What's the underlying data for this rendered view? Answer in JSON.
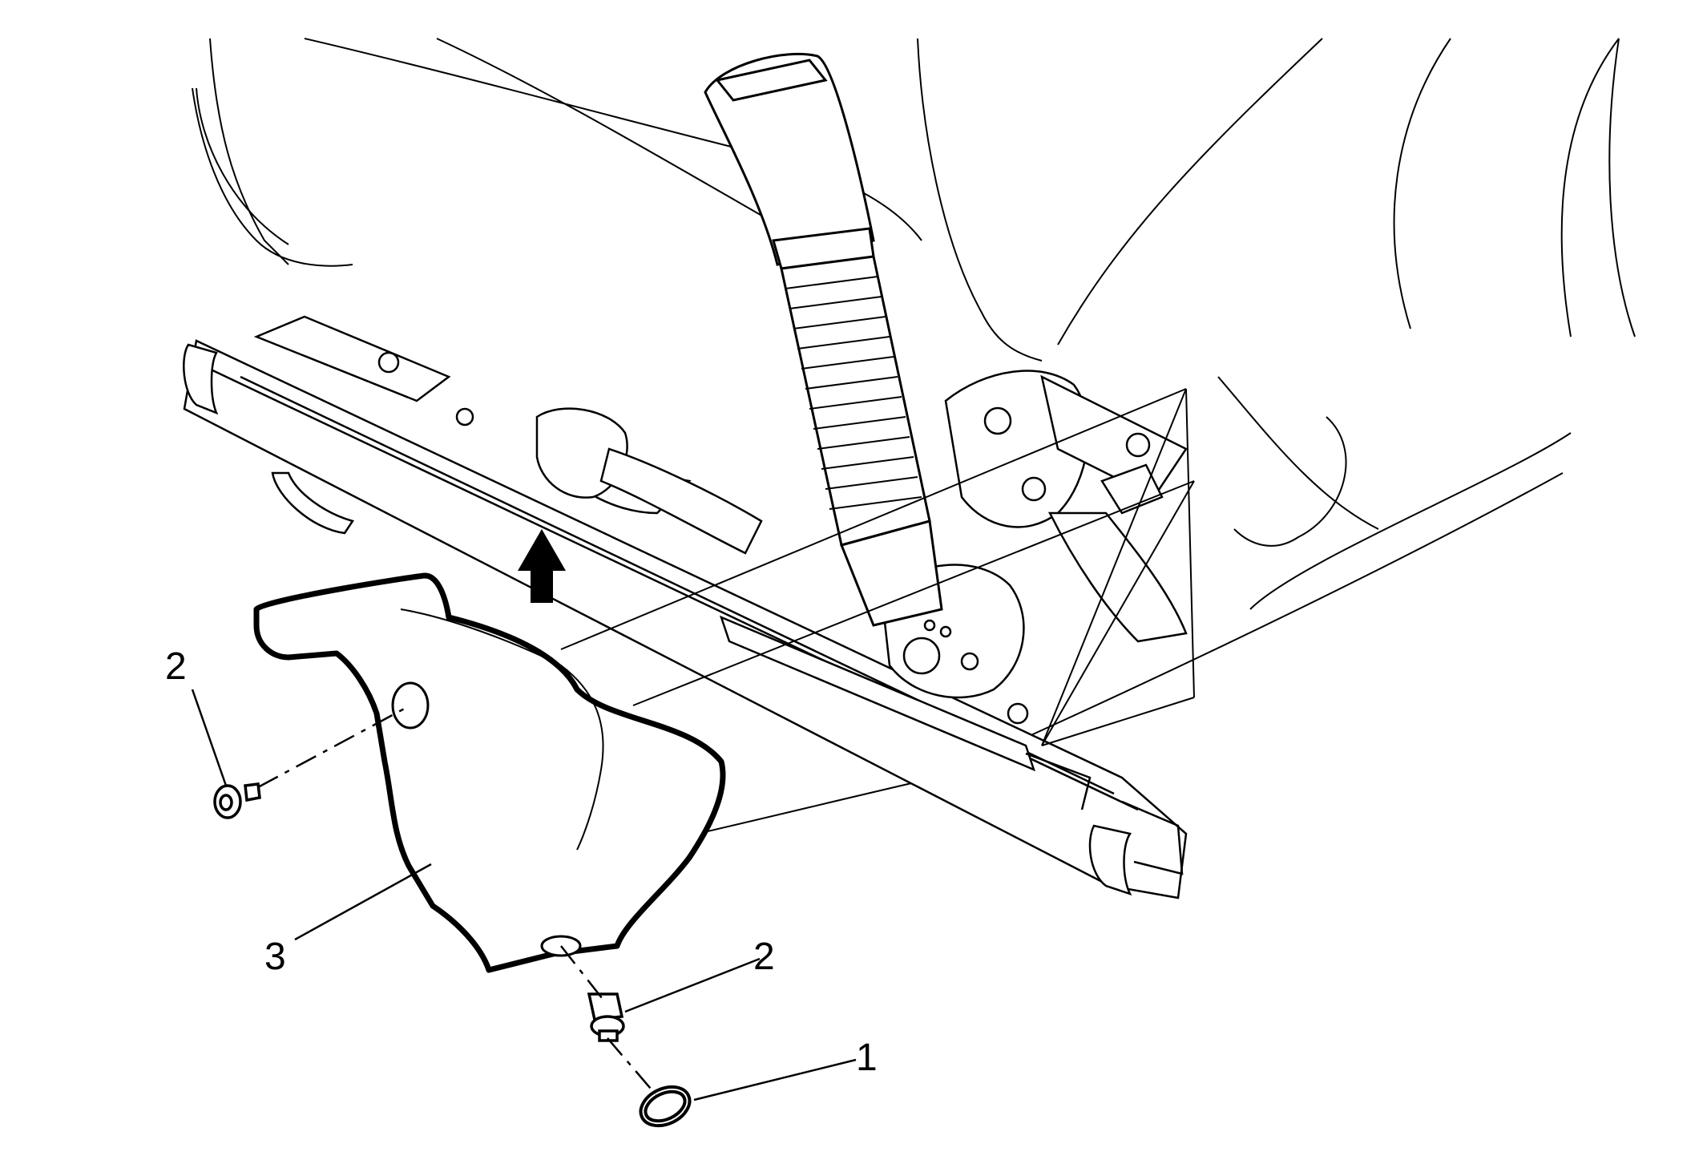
{
  "callouts": {
    "fastener_left": "2",
    "cover": "3",
    "fastener_bottom": "2",
    "plug": "1"
  },
  "colors": {
    "line": "#000000",
    "background": "#ffffff"
  }
}
